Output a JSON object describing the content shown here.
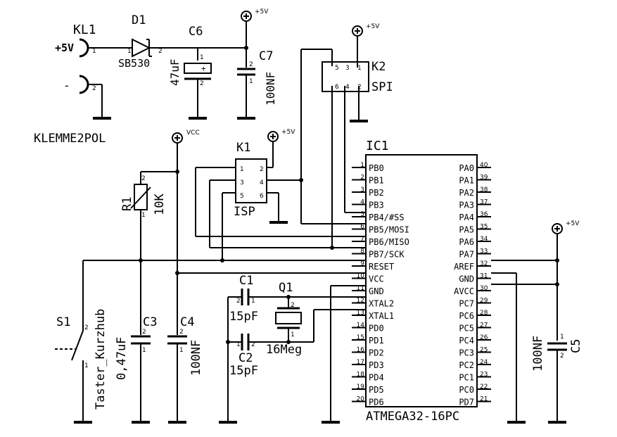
{
  "power": {
    "v5": "+5V",
    "vcc": "VCC"
  },
  "kl1": {
    "name": "KL1",
    "plus": "+5V",
    "minus": "-",
    "part": "KLEMME2POL"
  },
  "d1": {
    "name": "D1",
    "value": "SB530"
  },
  "c6": {
    "name": "C6",
    "value": "47uF"
  },
  "c7": {
    "name": "C7",
    "value": "100NF"
  },
  "k2": {
    "name": "K2",
    "type": "SPI"
  },
  "k1": {
    "name": "K1",
    "type": "ISP"
  },
  "r1": {
    "name": "R1",
    "value": "10K"
  },
  "ic1": {
    "name": "IC1",
    "part": "ATMEGA32-16PC",
    "left_pins": [
      {
        "n": "1",
        "label": "PB0"
      },
      {
        "n": "2",
        "label": "PB1"
      },
      {
        "n": "3",
        "label": "PB2"
      },
      {
        "n": "4",
        "label": "PB3"
      },
      {
        "n": "5",
        "label": "PB4/#SS"
      },
      {
        "n": "6",
        "label": "PB5/MOSI"
      },
      {
        "n": "7",
        "label": "PB6/MISO"
      },
      {
        "n": "8",
        "label": "PB7/SCK"
      },
      {
        "n": "9",
        "label": "RESET"
      },
      {
        "n": "10",
        "label": "VCC"
      },
      {
        "n": "11",
        "label": "GND"
      },
      {
        "n": "12",
        "label": "XTAL2"
      },
      {
        "n": "13",
        "label": "XTAL1"
      },
      {
        "n": "14",
        "label": "PD0"
      },
      {
        "n": "15",
        "label": "PD1"
      },
      {
        "n": "16",
        "label": "PD2"
      },
      {
        "n": "17",
        "label": "PD3"
      },
      {
        "n": "18",
        "label": "PD4"
      },
      {
        "n": "19",
        "label": "PD5"
      },
      {
        "n": "20",
        "label": "PD6"
      }
    ],
    "right_pins": [
      {
        "n": "40",
        "label": "PA0"
      },
      {
        "n": "39",
        "label": "PA1"
      },
      {
        "n": "38",
        "label": "PA2"
      },
      {
        "n": "37",
        "label": "PA3"
      },
      {
        "n": "36",
        "label": "PA4"
      },
      {
        "n": "35",
        "label": "PA5"
      },
      {
        "n": "34",
        "label": "PA6"
      },
      {
        "n": "33",
        "label": "PA7"
      },
      {
        "n": "32",
        "label": "AREF"
      },
      {
        "n": "31",
        "label": "GND"
      },
      {
        "n": "30",
        "label": "AVCC"
      },
      {
        "n": "29",
        "label": "PC7"
      },
      {
        "n": "28",
        "label": "PC6"
      },
      {
        "n": "27",
        "label": "PC5"
      },
      {
        "n": "26",
        "label": "PC4"
      },
      {
        "n": "25",
        "label": "PC3"
      },
      {
        "n": "24",
        "label": "PC2"
      },
      {
        "n": "23",
        "label": "PC1"
      },
      {
        "n": "22",
        "label": "PC0"
      },
      {
        "n": "21",
        "label": "PD7"
      }
    ]
  },
  "c1": {
    "name": "C1",
    "value": "15pF"
  },
  "c2": {
    "name": "C2",
    "value": "15pF"
  },
  "q1": {
    "name": "Q1",
    "value": "16Meg"
  },
  "s1": {
    "name": "S1",
    "value": "Taster_Kurzhub"
  },
  "c3": {
    "name": "C3",
    "value": "0,47uF"
  },
  "c4": {
    "name": "C4",
    "value": "100NF"
  },
  "c5": {
    "name": "C5",
    "value": "100NF"
  }
}
